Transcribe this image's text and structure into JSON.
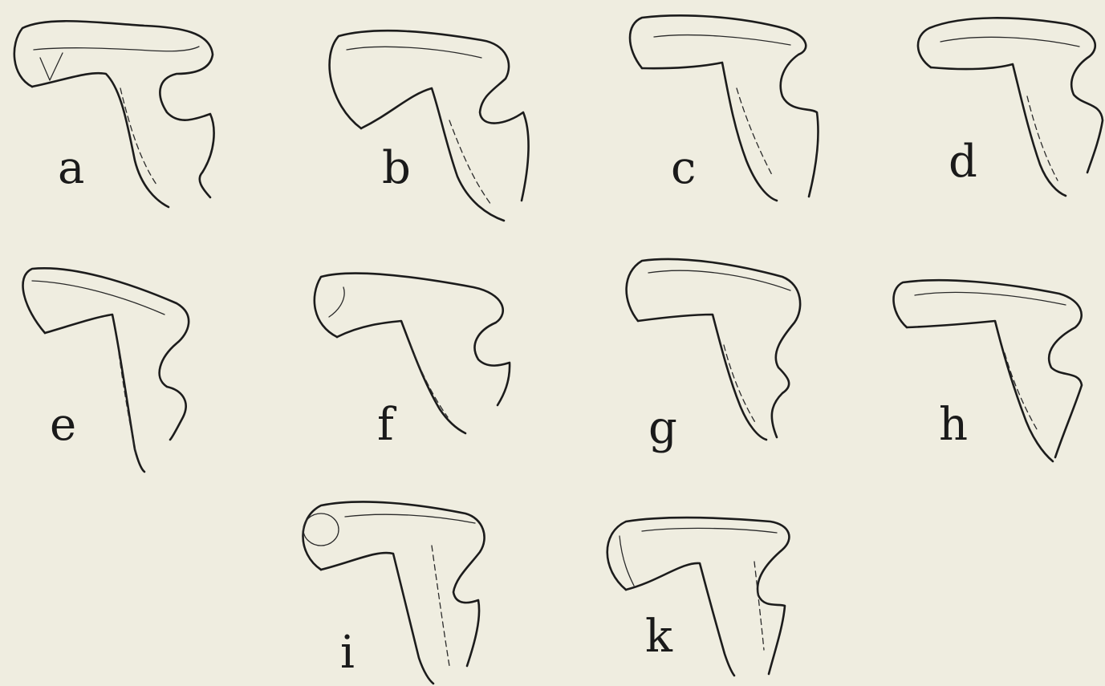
{
  "figures": [
    {
      "label": "a"
    },
    {
      "label": "b"
    },
    {
      "label": "c"
    },
    {
      "label": "d"
    },
    {
      "label": "e"
    },
    {
      "label": "f"
    },
    {
      "label": "g"
    },
    {
      "label": "h"
    },
    {
      "label": "i"
    },
    {
      "label": "k"
    }
  ]
}
